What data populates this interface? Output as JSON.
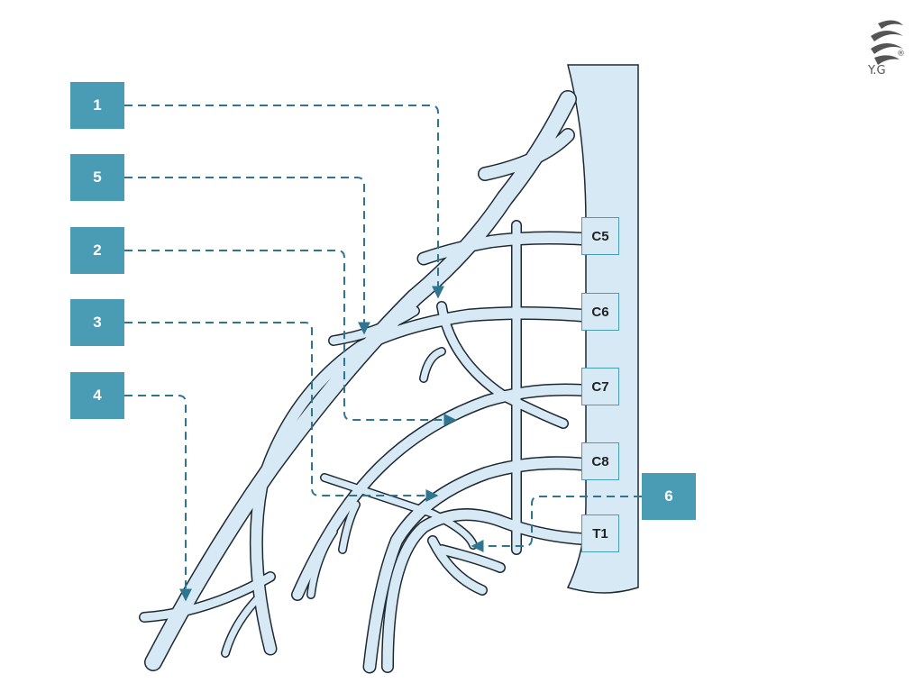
{
  "logo": {
    "text": "Y.G",
    "mark": "®"
  },
  "labels": [
    "1",
    "5",
    "2",
    "3",
    "4",
    "6"
  ],
  "roots": [
    "C5",
    "C6",
    "C7",
    "C8",
    "T1"
  ],
  "colors": {
    "nerve_fill": "#d6e9f4",
    "nerve_stroke": "#1e2a33",
    "accent": "#4a9bb4",
    "leader": "#2e7591"
  }
}
